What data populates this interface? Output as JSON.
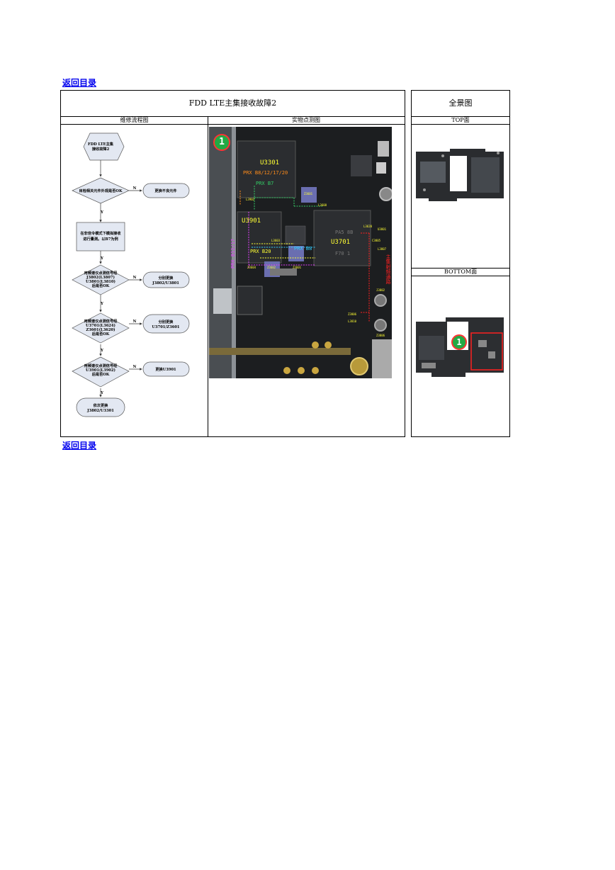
{
  "nav": {
    "back_top": "返回目录",
    "back_bottom": "返回目录"
  },
  "main": {
    "title": "FDD LTE主集接收故障2",
    "col_flow": "维修流程图",
    "col_photo": "实物点测图"
  },
  "side": {
    "title": "全景图",
    "top_label": "TOP面",
    "bottom_label": "BOTTOM面",
    "marker": "1"
  },
  "flow": {
    "start": [
      "FDD LTE主集",
      "接收故障2"
    ],
    "q1": "目检相关元件外观是否OK",
    "a1": "更换不良元件",
    "step": [
      "在非信令模式下模拟接收",
      "进行量测。以B7为例"
    ],
    "q2": [
      "用频谱仪点测信号经",
      "J3802(L3807)",
      "U3801(L3810)",
      "后是否OK"
    ],
    "a2": [
      "分别更换",
      "J3802/U3801"
    ],
    "q3": [
      "用频谱仪点测信号经",
      "U3701(L3624)",
      "Z3601(L3620)",
      "后是否OK"
    ],
    "a3": [
      "分别更换",
      "U3701/Z3601"
    ],
    "q4": [
      "用频谱仪点测信号经",
      "U3901(L3902)",
      "后是否OK"
    ],
    "a4": "更换U3901",
    "end": [
      "依次更换",
      "J3802/U3301"
    ],
    "yes": "Y",
    "no": "N"
  },
  "photo": {
    "marker": "1",
    "chips": [
      "U3301",
      "U3901",
      "U3701"
    ],
    "chip_marking": [
      "PA5 8B",
      "F70 1"
    ],
    "paths": [
      "PRX B8/12/17/20",
      "PRX B7",
      "PRX B20",
      "PRX B8",
      "PRX B12/17"
    ],
    "parts": [
      "L3902",
      "Z3601",
      "L3608",
      "L3603",
      "Z3602",
      "Z3604",
      "Z3601",
      "L3620",
      "U3801",
      "C3805",
      "L3807",
      "J3802",
      "Z3806",
      "L3810",
      "Z3806"
    ],
    "side_text": "主集射频通路"
  },
  "colors": {
    "link": "#0000ee",
    "yellow": "#ffff33",
    "orange": "#ff8c1a",
    "green": "#33cc66",
    "cyan": "#33ccff",
    "magenta": "#e040fb",
    "red": "#ff2020",
    "marker": "#22aa44"
  }
}
